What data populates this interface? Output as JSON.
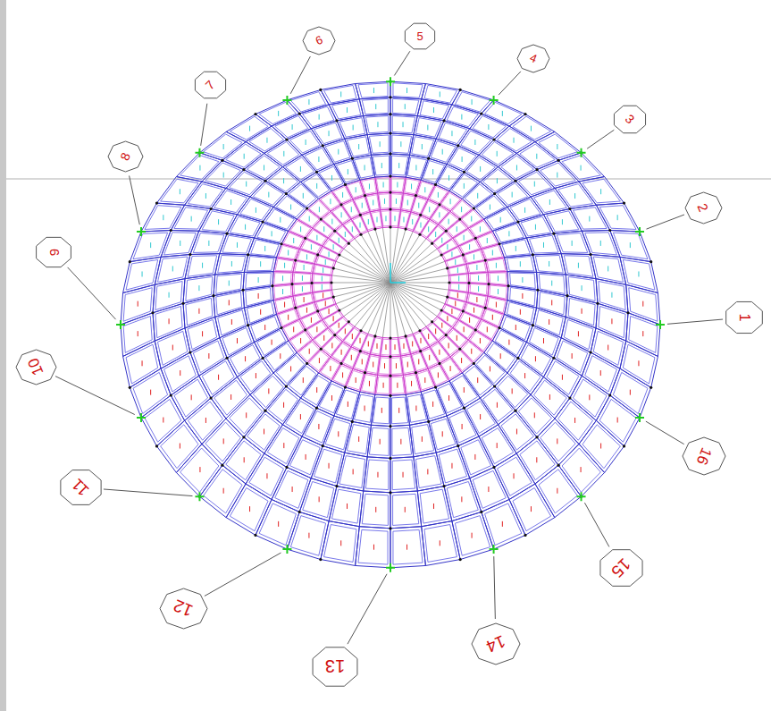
{
  "diagram": {
    "nodes": [
      {
        "text": [
          "1"
        ]
      },
      {
        "text": [
          "2"
        ]
      },
      {
        "text": [
          "3"
        ]
      },
      {
        "text": [
          "4"
        ]
      },
      {
        "text": [
          "5"
        ]
      },
      {
        "text": [
          "6"
        ]
      },
      {
        "text": [
          "7"
        ]
      },
      {
        "text": [
          "8"
        ]
      },
      {
        "text": [
          "9"
        ]
      },
      {
        "text": [
          "10"
        ]
      },
      {
        "text": [
          "11"
        ]
      },
      {
        "text": [
          "12"
        ]
      },
      {
        "text": [
          "13"
        ]
      },
      {
        "text": [
          "14"
        ]
      },
      {
        "text": [
          "15"
        ]
      },
      {
        "text": [
          "16"
        ]
      }
    ],
    "edges": []
  }
}
